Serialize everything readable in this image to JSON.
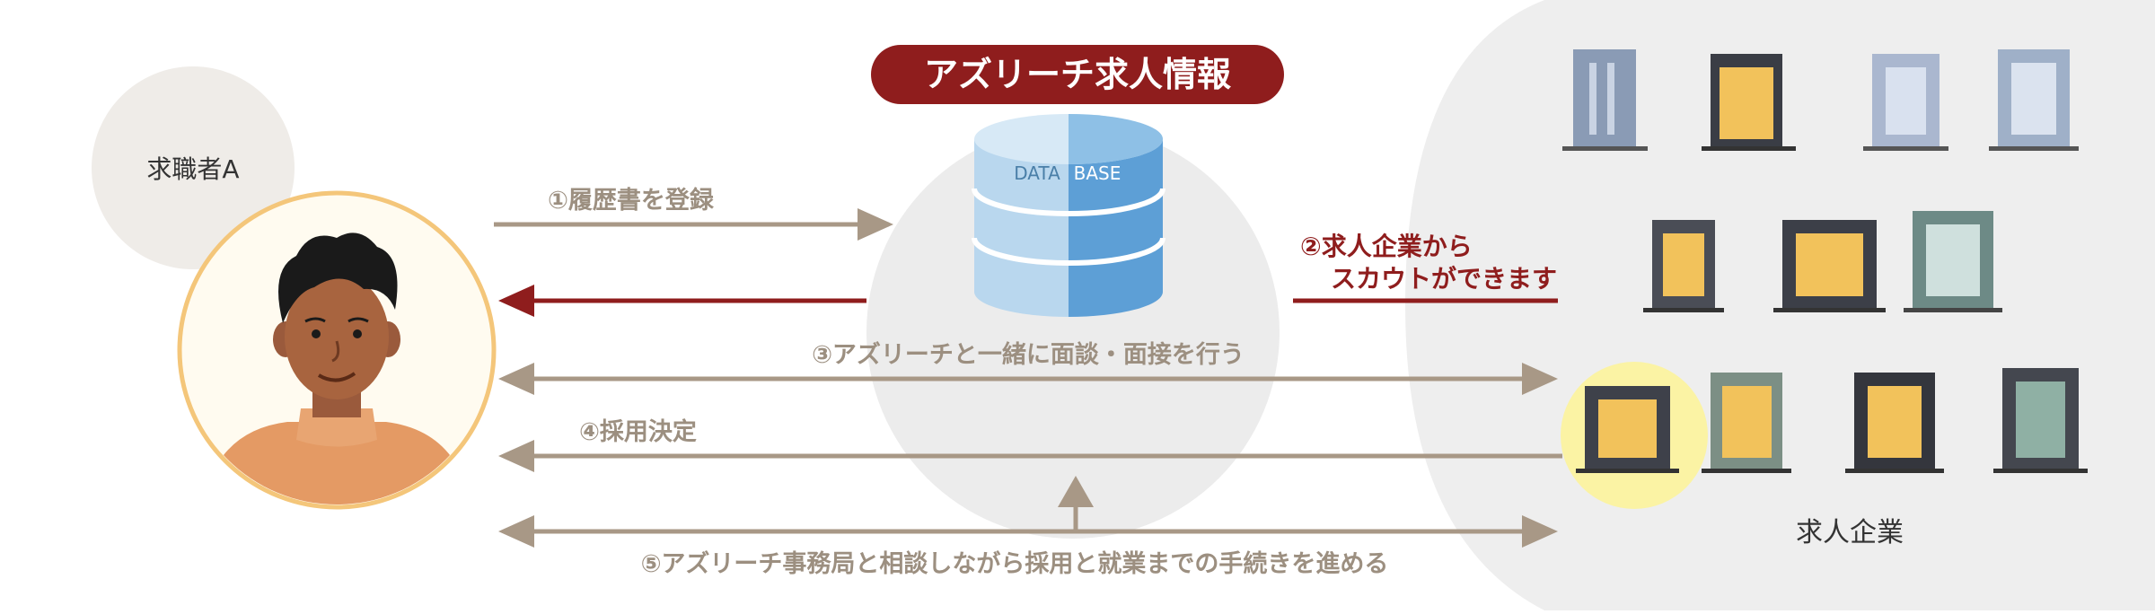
{
  "title": "アズリーチ求人情報",
  "seeker": {
    "label": "求職者A"
  },
  "companies": {
    "label": "求人企業"
  },
  "database": {
    "left_text": "DATA",
    "right_text": "BASE"
  },
  "steps": [
    {
      "label": "①履歴書を登録"
    },
    {
      "label_line1": "②求人企業から",
      "label_line2": "スカウトができます"
    },
    {
      "label": "③アズリーチと一緒に面談・面接を行う"
    },
    {
      "label": "④採用決定"
    },
    {
      "label": "⑤アズリーチ事務局と相談しながら採用と就業までの手続きを進める"
    }
  ],
  "colors": {
    "accent_red": "#8f1d1d",
    "arrow_grey": "#a89886",
    "title_bg": "#8f1d1d",
    "panel_grey": "#eeeeee",
    "db_light": "#b9d7ee",
    "db_dark": "#5d9fd6",
    "highlight_yellow": "#fbf3a4"
  }
}
